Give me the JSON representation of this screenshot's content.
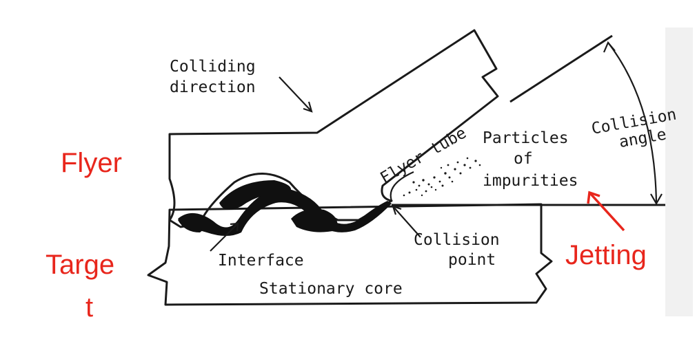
{
  "labels": {
    "colliding_direction_1": "Colliding",
    "colliding_direction_2": "direction",
    "flyer_tube_1": "Flyer",
    "flyer_tube_2": "tube",
    "collision_angle_1": "Collision",
    "collision_angle_2": "angle",
    "particles_1": "Particles",
    "particles_2": "of",
    "particles_3": "impurities",
    "collision_point_1": "Collision",
    "collision_point_2": "point",
    "interface": "Interface",
    "stationary_core": "Stationary core"
  },
  "annotations": {
    "flyer": "Flyer",
    "target_1": "Targe",
    "target_2": "t",
    "jetting": "Jetting"
  },
  "colors": {
    "annotation": "#e8261c",
    "ink": "#1a1a1a",
    "flyer_fill": "#9a9a9a",
    "target_fill": "#a8a8a8",
    "interface_fill": "#101010"
  }
}
